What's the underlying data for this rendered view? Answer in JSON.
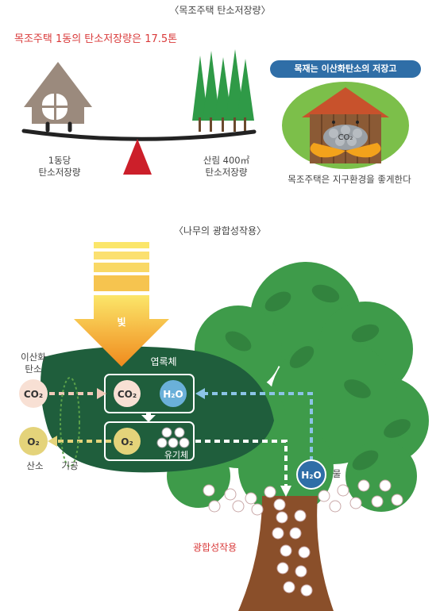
{
  "section1": {
    "title": "〈목조주택 탄소저장량〉",
    "headline": "목조주택 1동의 탄소저장량은 17.5톤",
    "house_label": [
      "1동당",
      "탄소저장량"
    ],
    "forest_label": [
      "산림 400㎡",
      "탄소저장량"
    ],
    "badge": "목재는 이산화탄소의 저장고",
    "co2_label": "CO₂",
    "bottom_caption": "목조주택은 지구환경을 좋게한다"
  },
  "section2": {
    "title": "〈나무의 광합성작용〉",
    "light": "빛",
    "chloroplast": "엽록체",
    "co2_outside": [
      "이산화",
      "탄소"
    ],
    "co2_symbol": "CO₂",
    "o2_symbol": "O₂",
    "h2o_symbol": "H₂O",
    "oxygen": "산소",
    "stomata": "기공",
    "organic": "유기체",
    "water": "물",
    "photosynthesis": "광합성작용"
  },
  "colors": {
    "accent_red": "#d93a3a",
    "leaf_dark": "#1f5e3c",
    "tree_green": "#3e9b4a",
    "trunk_brown": "#8a4f2a",
    "badge_blue": "#2f6ea7"
  }
}
